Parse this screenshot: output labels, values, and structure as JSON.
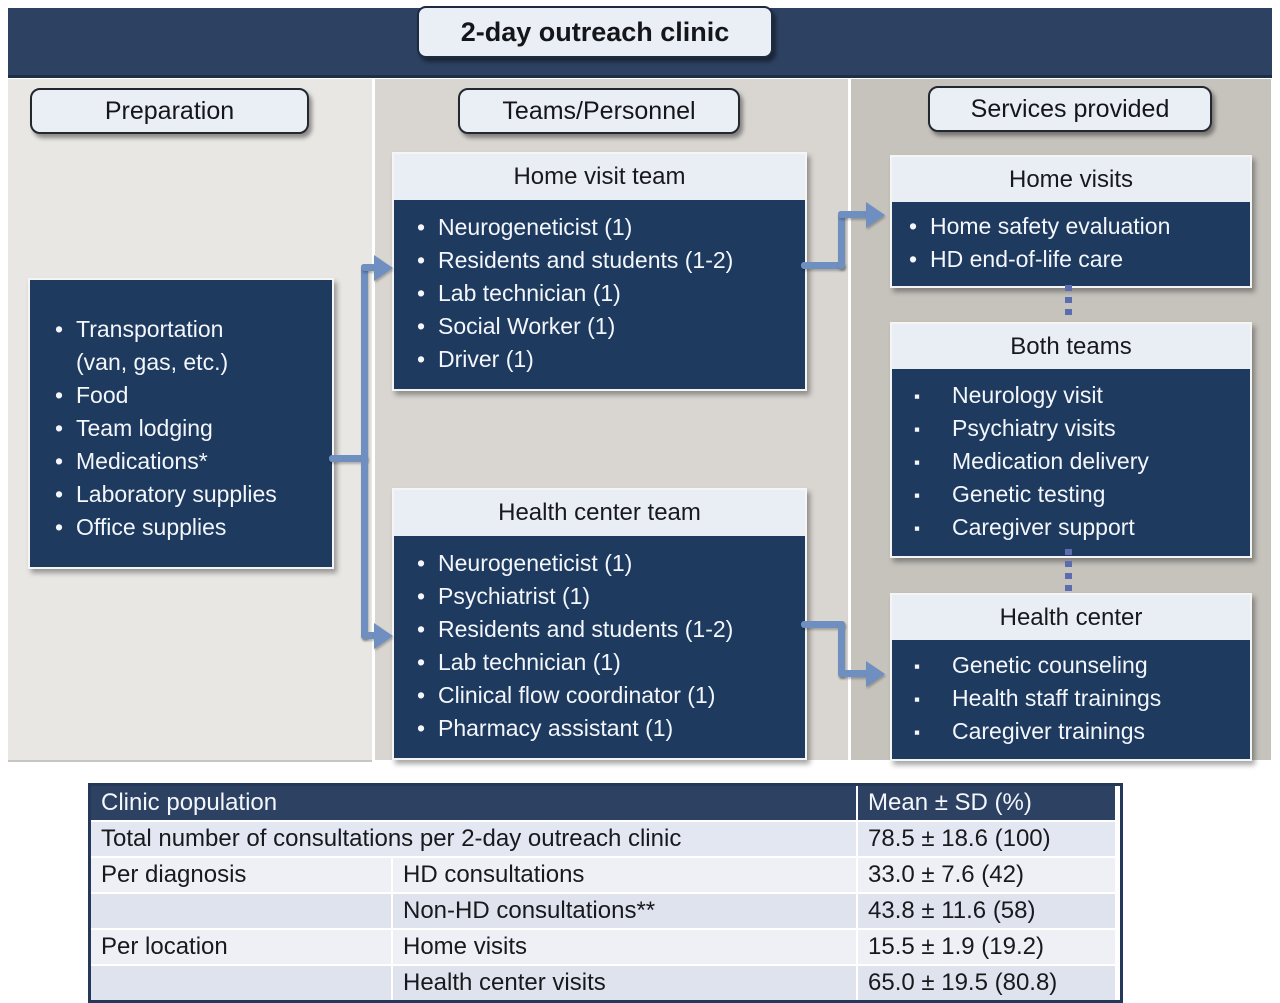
{
  "banner": {
    "title": "2-day outreach clinic"
  },
  "column_headers": {
    "preparation": "Preparation",
    "teams": "Teams/Personnel",
    "services": "Services provided"
  },
  "preparation_box": {
    "lines": [
      "Transportation",
      "(van, gas, etc.)",
      "Food",
      "Team lodging",
      "Medications*",
      "Laboratory supplies",
      "Office supplies"
    ]
  },
  "home_visit_team": {
    "title": "Home visit team",
    "members": [
      "Neurogeneticist (1)",
      "Residents and students (1-2)",
      "Lab technician (1)",
      "Social Worker (1)",
      "Driver (1)"
    ]
  },
  "health_center_team": {
    "title": "Health center team",
    "members": [
      "Neurogeneticist (1)",
      "Psychiatrist (1)",
      "Residents and students (1-2)",
      "Lab technician (1)",
      "Clinical flow coordinator (1)",
      "Pharmacy assistant (1)"
    ]
  },
  "service_home_visits": {
    "title": "Home visits",
    "items": [
      "Home safety evaluation",
      "HD end-of-life care"
    ]
  },
  "service_both_teams": {
    "title": "Both teams",
    "items": [
      "Neurology visit",
      "Psychiatry visits",
      "Medication delivery",
      "Genetic testing",
      "Caregiver support"
    ]
  },
  "service_health_center": {
    "title": "Health center",
    "items": [
      "Genetic counseling",
      "Health staff trainings",
      "Caregiver trainings"
    ]
  },
  "table": {
    "header_left": "Clinic population",
    "header_right": "Mean ± SD (%)",
    "rows": [
      {
        "label": "Total number of consultations per 2-day outreach clinic",
        "sub": "",
        "value": "78.5 ± 18.6 (100)"
      },
      {
        "label": "Per diagnosis",
        "sub": "HD consultations",
        "value": "33.0 ± 7.6 (42)"
      },
      {
        "label": "",
        "sub": "Non-HD consultations**",
        "value": "43.8 ± 11.6 (58)"
      },
      {
        "label": "Per location",
        "sub": "Home visits",
        "value": "15.5 ± 1.9 (19.2)"
      },
      {
        "label": "",
        "sub": "Health center visits",
        "value": "65.0 ± 19.5 (80.8)"
      }
    ]
  },
  "colors": {
    "banner": "#2d4263",
    "dark_box": "#1e3a5f",
    "arrow": "#6f8fc1",
    "dotted_line": "#5c6cb0",
    "column1_bg": "#e9e7e3",
    "column2_bg": "#d9d6d1",
    "column3_bg": "#c6c3bd",
    "light_panel": "#e9edf4"
  }
}
